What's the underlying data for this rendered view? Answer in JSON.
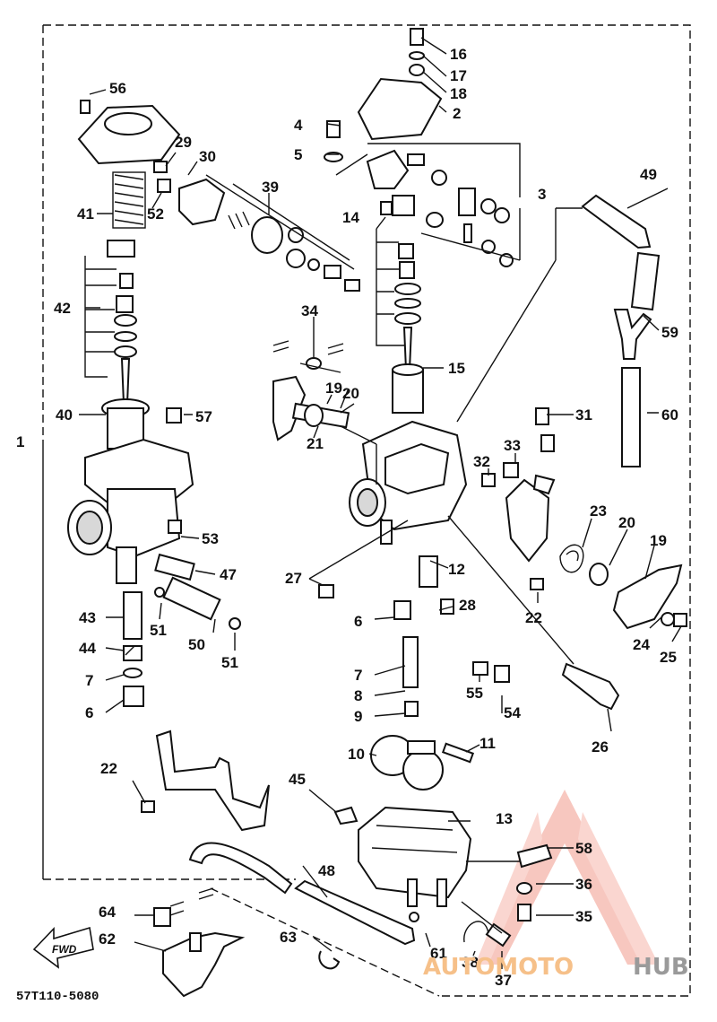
{
  "diagram_code": "57T110-5080",
  "fwd_label": "FWD",
  "watermark": {
    "brand_part1": "AUTOMOTO",
    "brand_part2": "HUB",
    "accent_color": "#ee3124"
  },
  "part_labels": {
    "l1": "1",
    "l2": "2",
    "l3": "3",
    "l4": "4",
    "l5": "5",
    "l6a": "6",
    "l6b": "6",
    "l7a": "7",
    "l7b": "7",
    "l8": "8",
    "l9": "9",
    "l10": "10",
    "l11": "11",
    "l12": "12",
    "l13": "13",
    "l14": "14",
    "l15": "15",
    "l16": "16",
    "l17": "17",
    "l18": "18",
    "l19a": "19",
    "l19b": "19",
    "l20a": "20",
    "l20b": "20",
    "l21": "21",
    "l22a": "22",
    "l22b": "22",
    "l23": "23",
    "l24": "24",
    "l25": "25",
    "l26": "26",
    "l27": "27",
    "l28": "28",
    "l29": "29",
    "l30": "30",
    "l31": "31",
    "l32": "32",
    "l33": "33",
    "l34": "34",
    "l35": "35",
    "l36": "36",
    "l37": "37",
    "l38": "38",
    "l39": "39",
    "l40": "40",
    "l41": "41",
    "l42": "42",
    "l43": "43",
    "l44": "44",
    "l45": "45",
    "l47": "47",
    "l48": "48",
    "l49": "49",
    "l50": "50",
    "l51a": "51",
    "l51b": "51",
    "l52": "52",
    "l53": "53",
    "l54": "54",
    "l55": "55",
    "l56": "56",
    "l57": "57",
    "l58": "58",
    "l59": "59",
    "l60": "60",
    "l61": "61",
    "l62": "62",
    "l63": "63",
    "l64": "64"
  }
}
